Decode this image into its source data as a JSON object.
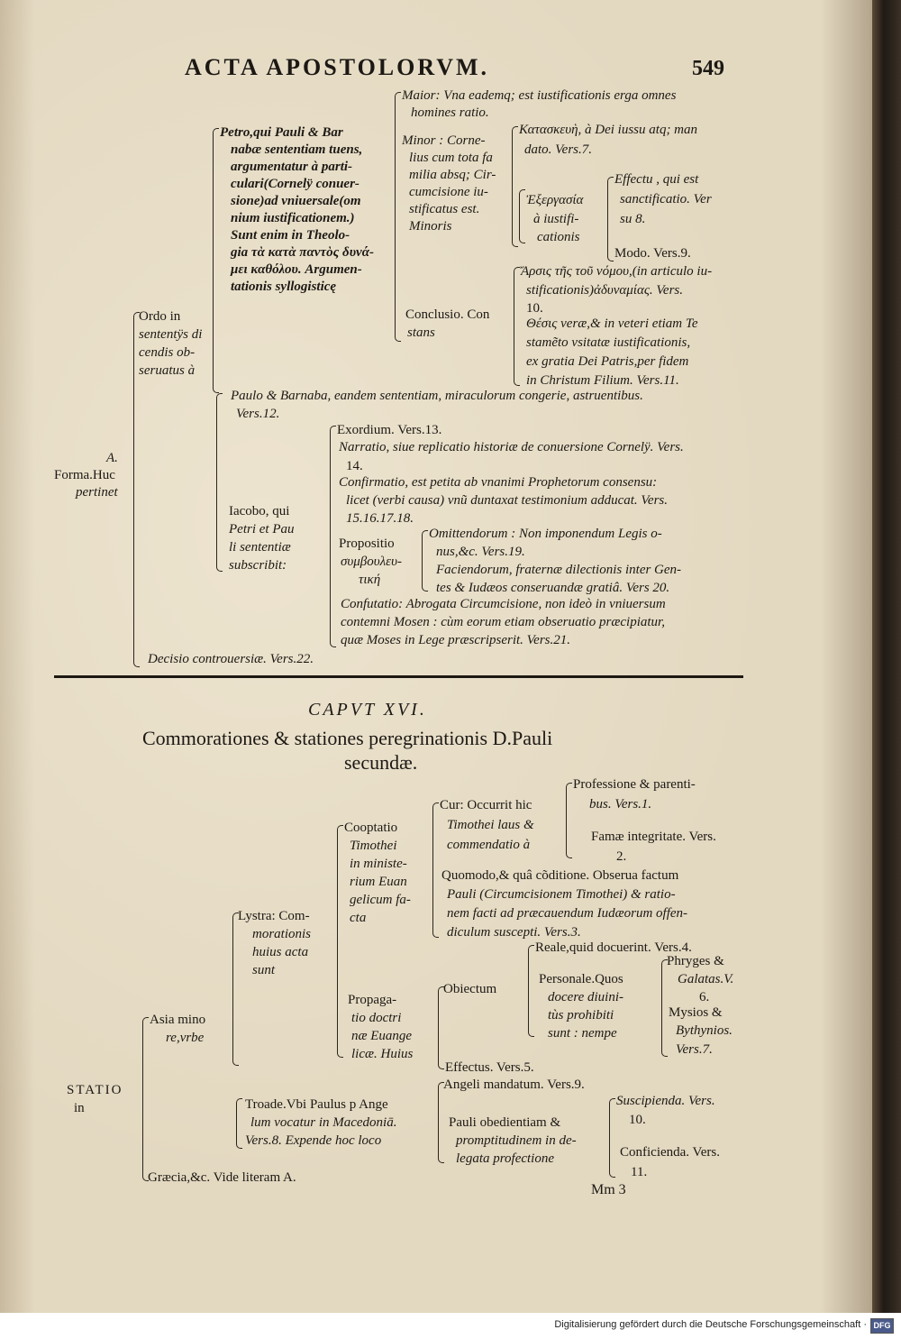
{
  "header": {
    "title": "ACTA APOSTOLORVM.",
    "page_number": "549"
  },
  "top": {
    "maior": [
      "Maior: Vna eademq; est iustificationis erga omnes",
      "homines ratio."
    ],
    "minor": [
      "Minor : Corne-",
      "lius cum tota fa",
      "milia absq; Cir-",
      "cumcisione iu-",
      "stificatus est.",
      "Minoris"
    ],
    "kat": [
      "Κατασκευὴ, à Dei iussu atq; man",
      "dato. Vers.7."
    ],
    "exer": [
      "Ἐξεργασία",
      "à iustifi-",
      "cationis"
    ],
    "effectu": [
      "Effectu , qui est",
      "sanctificatio. Ver",
      "su 8."
    ],
    "modo": "Modo. Vers.9.",
    "petro": [
      "Petro,qui Pauli & Bar",
      "nabæ sententiam tuens,",
      "argumentatur à parti-",
      "culari(Cornelÿ conuer-",
      "sione)ad vniuersale(om",
      "nium iustificationem.)",
      "Sunt enim in Theolo-",
      "gia τὰ κατὰ παντὸς δυνά-",
      "μει καθόλου. Argumen-",
      "tationis syllogisticę"
    ],
    "conclusio": [
      "Conclusio. Con",
      "stans"
    ],
    "arsis": [
      "Ἄρσις τῆς τοῦ νόμου,(in articulo iu-",
      "stificationis)ἀδυναμίας. Vers.",
      "10."
    ],
    "thesis": [
      "Θέσις veræ,& in veteri etiam Te",
      "stamẽto vsitatæ iustificationis,",
      "ex gratia Dei Patris,per fidem",
      "in Christum Filium. Vers.11."
    ],
    "ordo": [
      "Ordo in",
      "sententÿs di",
      "cendis ob-",
      "seruatus à"
    ],
    "paulo": [
      "Paulo & Barnaba, eandem sententiam, miraculorum congerie, astruentibus.",
      "Vers.12."
    ],
    "forma": [
      "A.",
      "Forma.Huc",
      "pertinet"
    ],
    "exordium": "Exordium. Vers.13.",
    "narratio": [
      "Narratio, siue replicatio historiæ de conuersione Cornelÿ. Vers.",
      "14."
    ],
    "confirmatio": [
      "Confirmatio, est petita ab vnanimi Prophetorum consensu:",
      "licet (verbi causa) vnũ duntaxat testimonium adducat. Vers.",
      "15.16.17.18."
    ],
    "iacobo": [
      "Iacobo, qui",
      "Petri et Pau",
      "li sententiæ",
      "subscribit:"
    ],
    "propositio": [
      "Propositio",
      "συμβουλευ-",
      "τική"
    ],
    "omittendorum": [
      "Omittendorum : Non imponendum Legis o-",
      "nus,&c. Vers.19."
    ],
    "faciendorum": [
      "Faciendorum, fraternæ dilectionis inter Gen-",
      "tes & Iudæos conseruandæ gratiâ. Vers 20."
    ],
    "confutatio": [
      "Confutatio: Abrogata Circumcisione, non ideò in vniuersum",
      "contemni Mosen : cùm eorum etiam obseruatio præcipiatur,",
      "quæ Moses in Lege præscripserit. Vers.21."
    ],
    "decisio": "Decisio controuersiæ. Vers.22."
  },
  "bottom": {
    "caput": "CAPVT XVI.",
    "title1": "Commorationes & stationes peregrinationis D.Pauli",
    "title2": "secundæ.",
    "professione": [
      "Professione & parenti-",
      "bus. Vers.1."
    ],
    "cur": [
      "Cur: Occurrit hic",
      "Timothei laus &",
      "commendatio à"
    ],
    "famae": [
      "Famæ integritate. Vers.",
      "2."
    ],
    "cooptatio": [
      "Cooptatio",
      "Timothei",
      "in ministe-",
      "rium Euan",
      "gelicum fa-",
      "cta"
    ],
    "quomodo": [
      "Quomodo,& quâ cõditione. Obserua factum",
      "Pauli (Circumcisionem Timothei) & ratio-",
      "nem facti ad præcauendum Iudæorum offen-",
      "diculum suscepti. Vers.3."
    ],
    "lystra": [
      "Lystra: Com-",
      "morationis",
      "huius acta",
      "sunt"
    ],
    "reale": "Reale,quid docuerint. Vers.4.",
    "phryges": [
      "Phryges &",
      "Galatas.V.",
      "6."
    ],
    "personale": [
      "Personale.Quos",
      "docere diuini-",
      "tùs prohibiti",
      "sunt : nempe"
    ],
    "obiectum": "Obiectum",
    "mysios": [
      "Mysios &",
      "Bythynios.",
      "Vers.7."
    ],
    "propagatio": [
      "Propaga-",
      "tio doctri",
      "næ Euange",
      "licæ. Huius"
    ],
    "effectus": "Effectus. Vers.5.",
    "asia": [
      "Asia mino",
      "re,vrbe"
    ],
    "angeli": "Angeli mandatum. Vers.9.",
    "statio": [
      "STATIO",
      "in"
    ],
    "troade": [
      "Troade.Vbi Paulus p Ange",
      "lum vocatur in Macedoniā.",
      "Vers.8. Expende hoc loco"
    ],
    "suscipienda": [
      "Suscipienda. Vers.",
      "10."
    ],
    "pauli_ob": [
      "Pauli obedientiam &",
      "promptitudinem in de-",
      "legata profectione"
    ],
    "conficienda": [
      "Conficienda. Vers.",
      "11."
    ],
    "graecia": "Græcia,&c. Vide literam A.",
    "signature": "Mm 3"
  },
  "footer": {
    "text": "Digitalisierung gefördert durch die Deutsche Forschungsgemeinschaft ·",
    "logo": "DFG"
  }
}
